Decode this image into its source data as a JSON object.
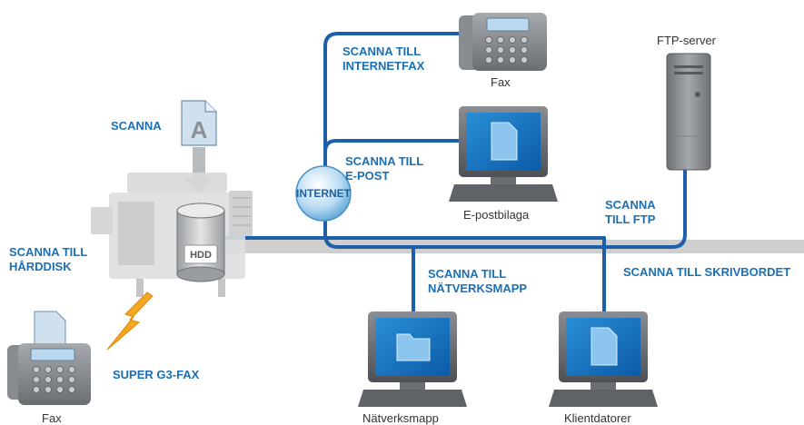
{
  "labels": {
    "scanna": "SCANNA",
    "internetfax_1": "SCANNA TILL",
    "internetfax_2": "INTERNETFAX",
    "epost_1": "SCANNA TILL",
    "epost_2": "E-POST",
    "ftp_1": "SCANNA",
    "ftp_2": "TILL FTP",
    "harddisk_1": "SCANNA TILL",
    "harddisk_2": "HÅRDDISK",
    "natverksmapp_1": "SCANNA TILL",
    "natverksmapp_2": "NÄTVERKSMAPP",
    "skrivbordet": "SCANNA TILL SKRIVBORDET",
    "superg3": "SUPER G3-FAX"
  },
  "captions": {
    "fax_top": "Fax",
    "ftp_server": "FTP-server",
    "epostbilaga": "E-postbilaga",
    "natverksmapp": "Nätverksmapp",
    "klientdatorer": "Klientdatorer",
    "fax_bottom": "Fax"
  },
  "node_text": {
    "internet": "INTERNET",
    "hdd": "HDD",
    "document_letter": "A"
  },
  "colors": {
    "network_line": "#1e5faa",
    "label_blue": "#1a6fb5",
    "backbone_gray": "#cfcfcf",
    "lightning": "#f5a623"
  },
  "icons": [
    "document-icon",
    "copier-icon",
    "hdd-icon",
    "internet-globe-icon",
    "fax-icon",
    "monitor-icon",
    "server-icon",
    "folder-icon",
    "lightning-icon"
  ]
}
